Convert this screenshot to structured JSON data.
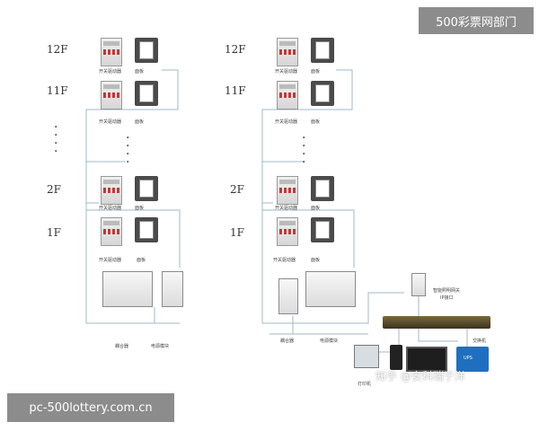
{
  "watermarks": {
    "top_right": "500彩票网部门",
    "bottom_left": "pc-500lottery.com.cn",
    "overlay": "知乎 @安科瑞于洋"
  },
  "left_column": {
    "floors": [
      "12F",
      "11F",
      "2F",
      "1F"
    ],
    "switch_label": "开关驱动器",
    "panel_label": "面板",
    "bottom_left_label": "耦合器",
    "bottom_right_label": "电源模块"
  },
  "right_column": {
    "floors": [
      "12F",
      "11F",
      "2F",
      "1F"
    ],
    "switch_label": "开关驱动器",
    "panel_label": "面板",
    "bottom_left_label": "耦合器",
    "bottom_right_label": "电源模块"
  },
  "network": {
    "gateway_label_line1": "智能照明网关",
    "gateway_label_line2": "IP接口",
    "printer_label": "打印机",
    "switch_label": "交换机",
    "ups_label": "UPS"
  },
  "colors": {
    "wire": "#9fb8c8",
    "device_dark": "#4a4a4a",
    "ups_blue": "#1f6fc0"
  }
}
